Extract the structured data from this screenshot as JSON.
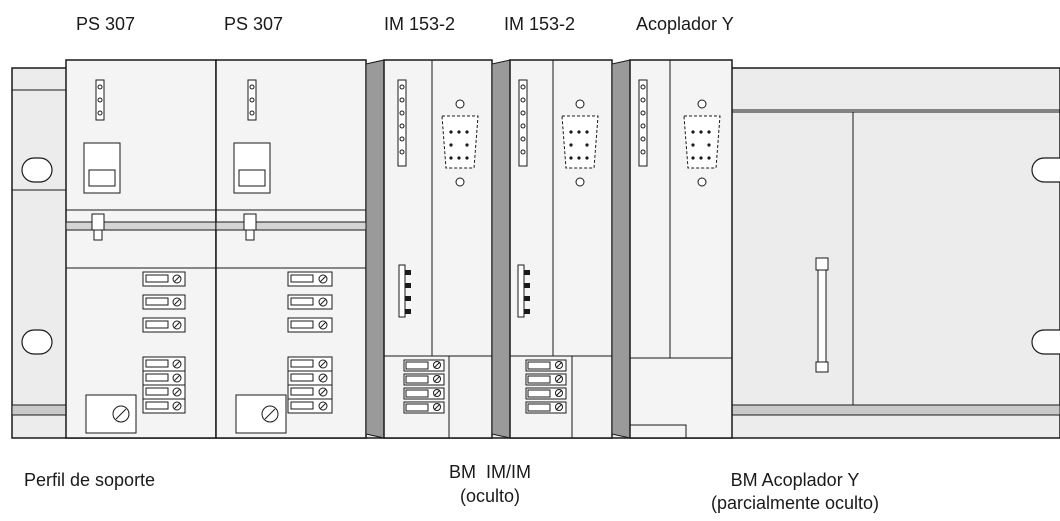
{
  "labels": {
    "ps1": "PS 307",
    "ps2": "PS 307",
    "im1": "IM 153-2",
    "im2": "IM 153-2",
    "acoplador": "Acoplador Y",
    "perfil": "Perfil de soporte",
    "bm_im_line1": "BM  IM/IM",
    "bm_im_line2": "(oculto)",
    "bm_acop_line1": "BM Acoplador Y",
    "bm_acop_line2": "(parcialmente oculto)"
  },
  "colors": {
    "line": "#1a1a1a",
    "rail": "#e6e6e6",
    "rail_band": "#c9c9c9",
    "module": "#f2f2f2",
    "module_shadow": "#9a9a9a",
    "background": "#ffffff"
  }
}
